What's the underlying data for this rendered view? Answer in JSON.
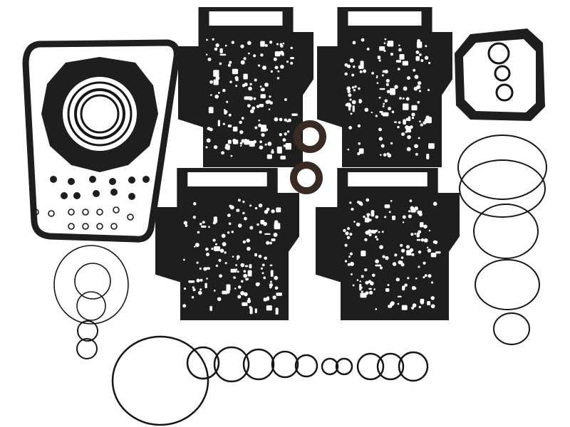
{
  "colors": {
    "background": "#ffffff",
    "gasket": "#1e1e1e",
    "ring": "#161616",
    "seal": "#3a2a24",
    "hole": "#ffffff"
  },
  "objects": {
    "valve_body_gaskets": 4,
    "oil_pan_gasket": 1,
    "housing_gaskets": 2,
    "lip_seals": 2
  }
}
